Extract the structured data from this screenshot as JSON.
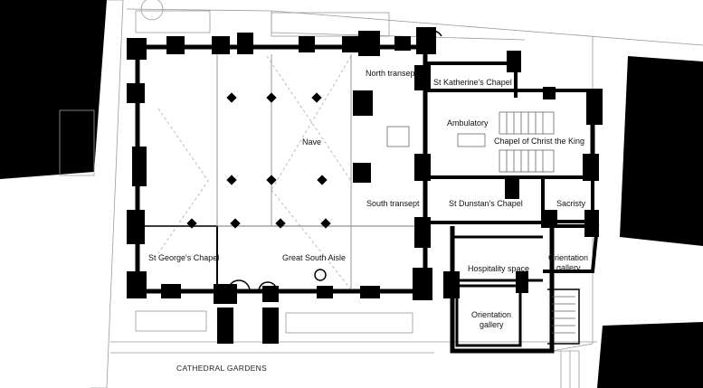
{
  "labels": {
    "north_transept": "North transept",
    "st_katherines_chapel": "St Katherine's Chapel",
    "ambulatory": "Ambulatory",
    "chapel_christ_the_king": "Chapel of Christ the King",
    "nave": "Nave",
    "south_transept": "South transept",
    "st_dunstans_chapel": "St Dunstan's Chapel",
    "sacristy": "Sacristy",
    "st_georges_chapel": "St George's Chapel",
    "great_south_aisle": "Great South Aisle",
    "hospitality_space": "Hospitality space",
    "orientation_gallery_right_line1": "Orientation",
    "orientation_gallery_right_line2": "gallery",
    "orientation_gallery_lower_line1": "Orientation",
    "orientation_gallery_lower_line2": "gallery",
    "cathedral_gardens": "CATHEDRAL GARDENS"
  },
  "colors": {
    "wall": "#000000",
    "background": "#ffffff",
    "outline": "#9a9a9a",
    "dash": "#aaaaaa"
  }
}
